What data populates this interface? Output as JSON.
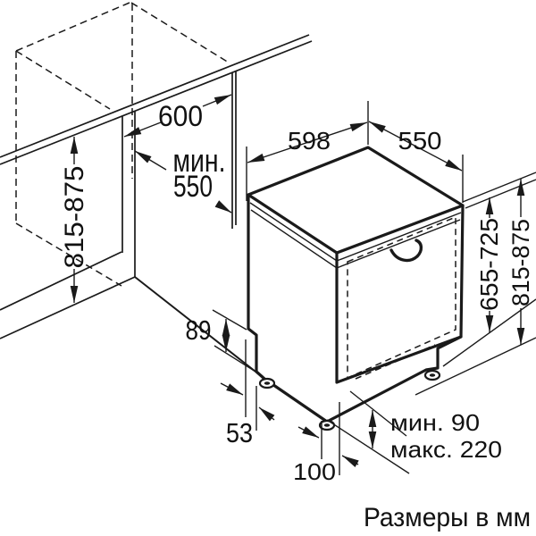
{
  "diagram": {
    "caption": "Размеры в мм",
    "labels": {
      "niche_width": "600",
      "niche_depth_prefix": "мин.",
      "niche_depth": "550",
      "niche_height": "815-875",
      "appliance_width": "598",
      "appliance_depth": "550",
      "door_height": "655-725",
      "overall_height": "815-875",
      "base_step": "89",
      "side_gap": "53",
      "plinth_recess": "100",
      "plinth_min": "мин. 90",
      "plinth_max": "макс. 220"
    },
    "colors": {
      "line": "#1a1a1a",
      "background": "#ffffff"
    }
  }
}
